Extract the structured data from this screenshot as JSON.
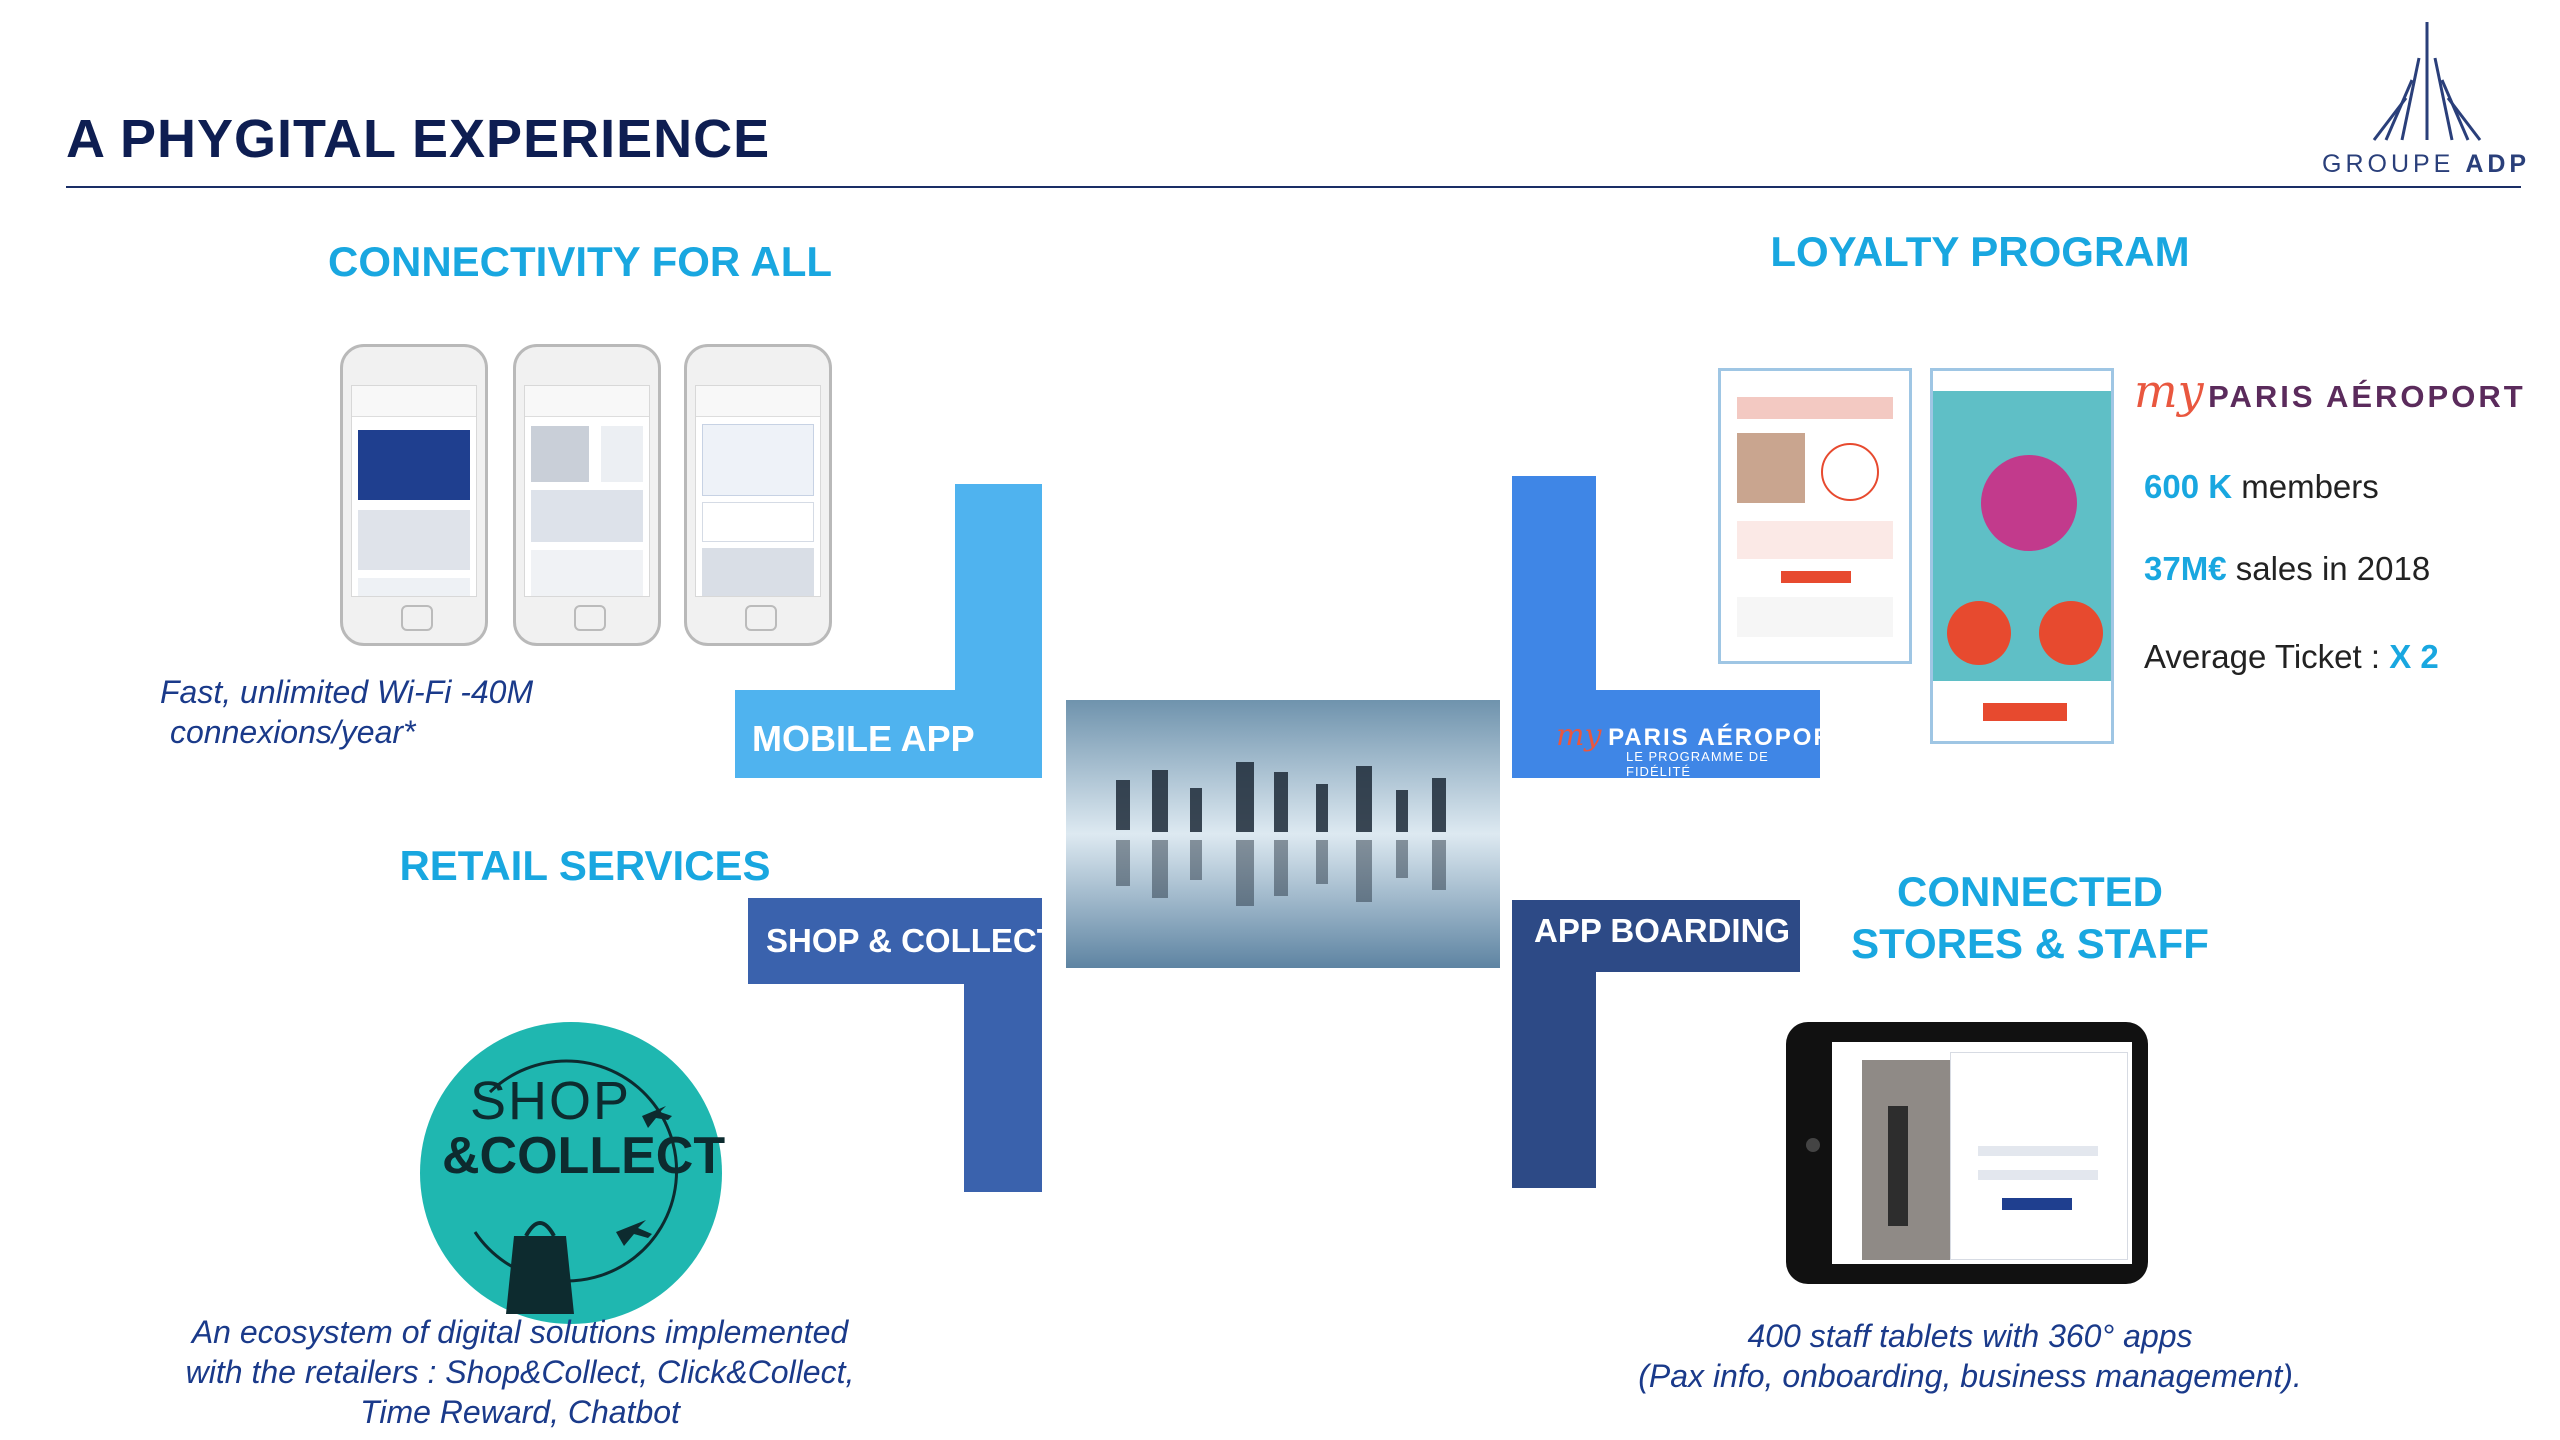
{
  "title": "A PHYGITAL EXPERIENCE",
  "logo": {
    "word1": "GROUPE",
    "word2": "ADP"
  },
  "sections": {
    "connectivity": {
      "title": "CONNECTIVITY FOR ALL",
      "caption_line1": "Fast, unlimited Wi-Fi -40M",
      "caption_line2": "connexions/year*"
    },
    "loyalty": {
      "title": "LOYALTY PROGRAM",
      "brand_my": "my",
      "brand_name": "PARIS AÉROPORT",
      "stat1_value": "600 K",
      "stat1_label": "members",
      "stat2_value": "37M€",
      "stat2_label": "sales in 2018",
      "stat3_label": "Average Ticket :",
      "stat3_value": "X 2"
    },
    "retail": {
      "title": "RETAIL SERVICES",
      "caption_line1": "An ecosystem of digital solutions implemented",
      "caption_line2": "with the retailers : Shop&Collect, Click&Collect,",
      "caption_line3": "Time Reward, Chatbot",
      "logo_line1": "SHOP",
      "logo_line2": "&COLLECT"
    },
    "stores": {
      "title_line1": "CONNECTED",
      "title_line2": "STORES & STAFF",
      "caption_line1": "400 staff tablets with 360° apps",
      "caption_line2": "(Pax info, onboarding, business management)."
    }
  },
  "cross": {
    "mobile_app": "MOBILE APP",
    "shop_collect": "SHOP & COLLECT",
    "app_boarding": "APP BOARDING",
    "loyalty_my": "my",
    "loyalty_name": "PARIS AÉROPORT",
    "loyalty_sub": "LE PROGRAMME DE FIDÉLITÉ"
  },
  "colors": {
    "title": "#0e1e52",
    "accent": "#19a7e0",
    "caption": "#1a3a8a",
    "light_blue": "#4fb3ef",
    "mid_blue": "#3f86e6",
    "medium_blue": "#3a62ad",
    "dark_blue": "#2d4a86",
    "teal": "#1fb7b0"
  }
}
